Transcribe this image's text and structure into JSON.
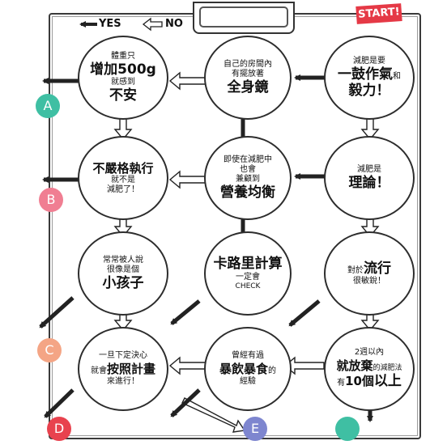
{
  "legend": {
    "yes": "YES",
    "no": "NO"
  },
  "start": "START!",
  "bubbles": {
    "weight500g": {
      "l1": "體重只",
      "l2": "增加500g",
      "l3": "就感到",
      "l4": "不安"
    },
    "mirror": {
      "l1": "自己的房間內",
      "l2": "有擺放著",
      "l3": "全身鏡"
    },
    "determination": {
      "l1": "減肥是要",
      "l2": "一鼓作氣",
      "l2b": "和",
      "l3": "毅力！"
    },
    "strict": {
      "l1": "不嚴格執行",
      "l2": "就不是",
      "l3": "減肥了！"
    },
    "nutrition": {
      "l1": "即使在減肥中",
      "l2": "也會",
      "l3": "兼顧到",
      "l4": "營養均衡"
    },
    "theory": {
      "l1": "減肥是",
      "l2": "理論！"
    },
    "child": {
      "l1": "常常被人說",
      "l2": "很像是個",
      "l3": "小孩子"
    },
    "calorie": {
      "l1": "卡路里計算",
      "l2": "一定會",
      "l3": "CHECK"
    },
    "trend": {
      "l1": "對於",
      "l1b": "流行",
      "l2": "很敏銳！"
    },
    "plan": {
      "l1": "一旦下定決心",
      "l2a": "就會",
      "l2b": "按照計畫",
      "l3": "來進行！"
    },
    "binge": {
      "l1": "曾經有過",
      "l2": "暴飲暴食",
      "l2b": "的",
      "l3": "經驗"
    },
    "quit": {
      "l1": "2週以內",
      "l2": "就放棄",
      "l2b": "的減肥法",
      "l3a": "有",
      "l3b": "10個",
      "l3c": "以上"
    }
  },
  "outcomes": [
    {
      "letter": "A",
      "color": "#3fbfa3"
    },
    {
      "letter": "B",
      "color": "#f07e92"
    },
    {
      "letter": "C",
      "color": "#f4a585"
    },
    {
      "letter": "D",
      "color": "#e8424e"
    },
    {
      "letter": "E",
      "color": "#7e86cf"
    },
    {
      "letter": "",
      "color": "#3fbfa3"
    }
  ]
}
